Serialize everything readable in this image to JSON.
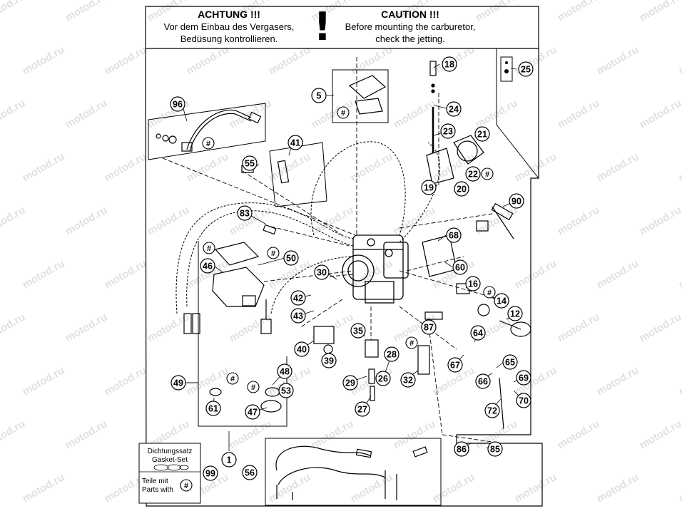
{
  "warning": {
    "german_title": "ACHTUNG !!!",
    "german_line1": "Vor dem Einbau des Vergasers,",
    "german_line2": "Bedüsung kontrollieren.",
    "symbol": "!",
    "english_title": "CAUTION !!!",
    "english_line1": "Before mounting the carburetor,",
    "english_line2": "check the jetting."
  },
  "watermark": "motod.ru",
  "hash_symbol": "#",
  "gasket_box": {
    "line1": "Dichtungssatz",
    "line2": "Gasket-Set",
    "line3": "Teile mit",
    "line4": "Parts with"
  },
  "callouts": {
    "c1": "1",
    "c5": "5",
    "c12": "12",
    "c14": "14",
    "c16": "16",
    "c18": "18",
    "c19": "19",
    "c20": "20",
    "c21": "21",
    "c22": "22",
    "c23": "23",
    "c24": "24",
    "c25": "25",
    "c26": "26",
    "c27": "27",
    "c28": "28",
    "c29": "29",
    "c30": "30",
    "c32": "32",
    "c35": "35",
    "c39": "39",
    "c40": "40",
    "c41": "41",
    "c42": "42",
    "c43": "43",
    "c46": "46",
    "c47": "47",
    "c48": "48",
    "c49": "49",
    "c50": "50",
    "c53": "53",
    "c55": "55",
    "c56": "56",
    "c60": "60",
    "c61": "61",
    "c64": "64",
    "c65": "65",
    "c66": "66",
    "c67": "67",
    "c68": "68",
    "c69": "69",
    "c70": "70",
    "c72": "72",
    "c83": "83",
    "c85": "85",
    "c86": "86",
    "c87": "87",
    "c90": "90",
    "c96": "96",
    "c99": "99"
  }
}
